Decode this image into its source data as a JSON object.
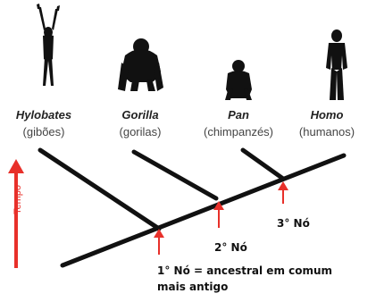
{
  "taxa": [
    {
      "genus": "Hylobates",
      "common": "(gibões)",
      "icon": "gibbon-icon"
    },
    {
      "genus": "Gorilla",
      "common": "(gorilas)",
      "icon": "gorilla-icon"
    },
    {
      "genus": "Pan",
      "common": "(chimpanzés)",
      "icon": "chimpanzee-icon"
    },
    {
      "genus": "Homo",
      "common": "(humanos)",
      "icon": "human-icon"
    }
  ],
  "time_axis": {
    "label": "Tempo",
    "color": "#e8302a"
  },
  "nodes": [
    {
      "label_line1": "1° Nó = ancestral em comum",
      "label_line2": "mais antigo"
    },
    {
      "label": "2° Nó"
    },
    {
      "label": "3° Nó"
    }
  ],
  "colors": {
    "branch": "#111111",
    "arrow": "#e8302a",
    "silhouette": "#111111"
  }
}
